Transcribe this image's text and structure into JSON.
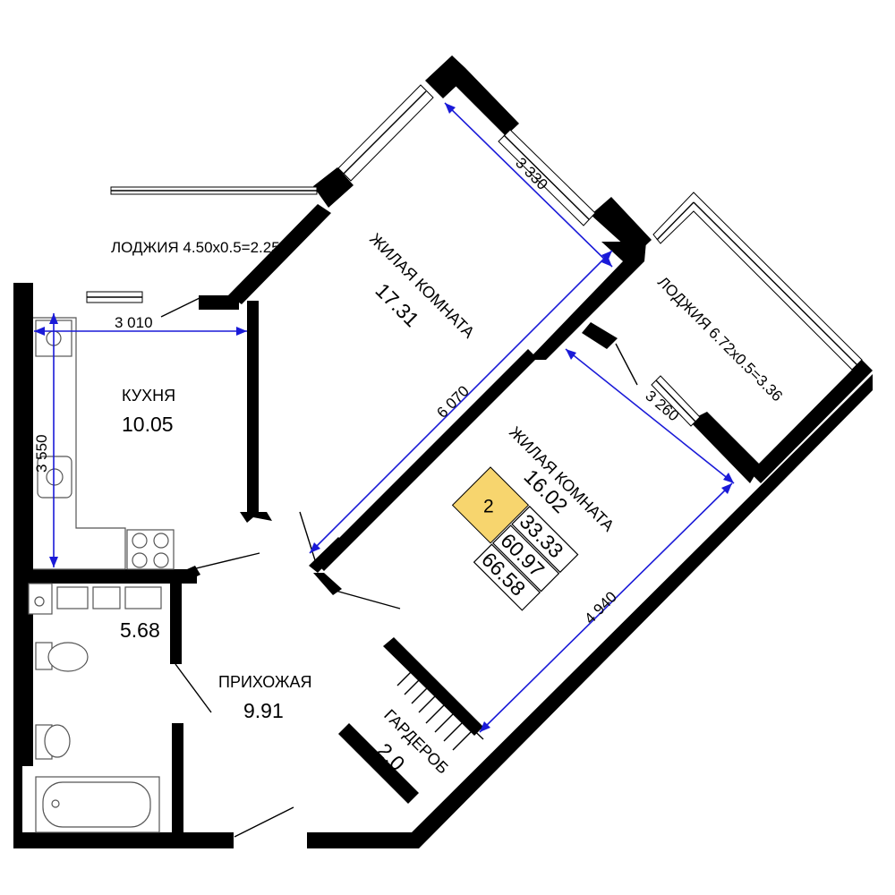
{
  "rooms": {
    "living_room_1": {
      "name": "ЖИЛАЯ КОМНАТА",
      "area": "17.31"
    },
    "living_room_2": {
      "name": "ЖИЛАЯ КОМНАТА",
      "area": "16.02"
    },
    "kitchen": {
      "name": "КУХНЯ",
      "area": "10.05"
    },
    "hallway": {
      "name": "ПРИХОЖАЯ",
      "area": "9.91"
    },
    "bathroom": {
      "area": "5.68"
    },
    "wardrobe": {
      "name": "ГАРДЕРОБ",
      "area": "2.0"
    },
    "loggia_1": {
      "label": "ЛОДЖИЯ 6.72x0.5=3.36"
    },
    "loggia_2": {
      "label": "ЛОДЖИЯ 4.50x0.5=2.25"
    }
  },
  "dimensions": {
    "kitchen_width": "3 010",
    "kitchen_depth": "3 550",
    "room1_width": "3 330",
    "room1_length": "6 070",
    "room2_width": "3 260",
    "room2_length": "4 940"
  },
  "badge": {
    "rooms_count": "2",
    "living_area": "33.33",
    "total_area": "60.97",
    "total_with_loggia": "66.58",
    "color": "#f7d56e"
  },
  "colors": {
    "walls": "#000000",
    "dimension_lines": "#1a1ad8"
  }
}
